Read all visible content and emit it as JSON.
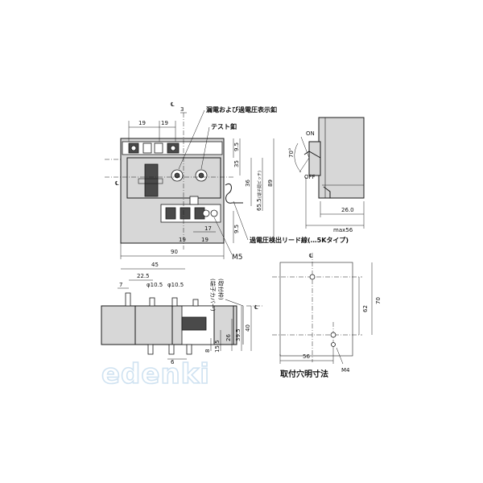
{
  "callouts": {
    "indicator_button": "漏電および過電圧表示釦",
    "test_button": "テスト釦",
    "lead_wire": "過電圧検出リード線(…5Kタイプ)",
    "screw_m5": "M5",
    "terminal_pitch": "(端子間ピッチ)"
  },
  "side_view": {
    "on_label": "ON",
    "off_label": "OFF",
    "angle": "70°"
  },
  "mounting": {
    "title": "取付穴明寸法",
    "screw": "M4"
  },
  "vertical_notes": {
    "terminal_cover": "(端子カバー)",
    "mounting_frame": "(取付枠)"
  },
  "dimensions": {
    "d_3": "3",
    "d_19a": "19",
    "d_19b": "19",
    "d_9_5_top": "9.5",
    "d_35": "35",
    "d_36": "36",
    "d_89": "89",
    "d_65_5": "65.5",
    "d_9_5_bot": "9.5",
    "d_17": "17",
    "d_19c": "19",
    "d_19d": "19",
    "d_90": "90",
    "d_26_0": "26.0",
    "d_max56": "max56",
    "d_45": "45",
    "d_22_5": "22.5",
    "d_phi1": "φ10.5",
    "d_phi2": "φ10.5",
    "d_7": "7",
    "d_8": "8",
    "d_15_5": "15.5",
    "d_26": "26",
    "d_39_5": "39.5",
    "d_40": "40",
    "d_6": "6",
    "d_62": "62",
    "d_70": "70",
    "d_56": "56"
  },
  "symbols": {
    "centerline": "℄",
    "phi": "φ"
  },
  "watermark": "edenki"
}
